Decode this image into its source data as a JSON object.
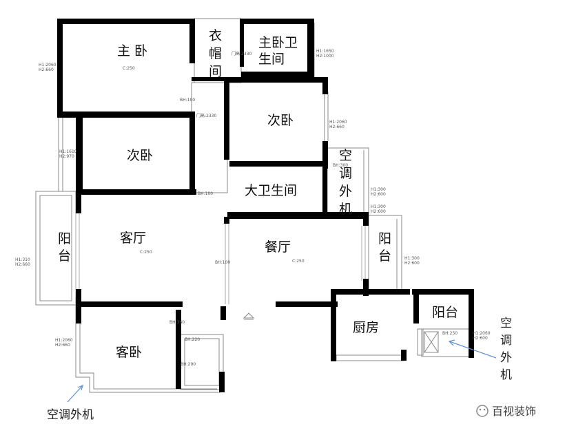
{
  "rooms": {
    "master_bedroom": "主 卧",
    "cloakroom": [
      "衣",
      "帽",
      "间"
    ],
    "master_bath": [
      "主卧卫",
      "生间"
    ],
    "second_bedroom_right": "次卧",
    "second_bedroom_left": "次卧",
    "big_bathroom": "大卫生间",
    "ac_top": [
      "空",
      "调",
      "外",
      "机"
    ],
    "balcony_left": [
      "阳",
      "台"
    ],
    "living_room": "客厅",
    "dining_room": "餐厅",
    "balcony_right": [
      "阳",
      "台"
    ],
    "guest_bedroom": "客卧",
    "kitchen": "厨房",
    "balcony_kitchen": "阳台"
  },
  "annotations": {
    "ac_right": [
      "空",
      "调",
      "外",
      "机"
    ],
    "ac_bottom": "空调外机"
  },
  "watermark": "百视装饰",
  "dims": {
    "left_master": [
      "H1:2060",
      "H2:660"
    ],
    "door_cloak": "门高:2330",
    "right_mbath": [
      "H1:1650",
      "H2:1000"
    ],
    "bh_master": "BH:100",
    "door_2nd": "门高:2330",
    "right_2nd": [
      "H1:2060",
      "H2:660"
    ],
    "left_2nd": [
      "H1:1610",
      "H2:970"
    ],
    "bh_ac": "BH:300",
    "bath_right": [
      "H1:300",
      "H2:600"
    ],
    "bh_2nd": "BH:100",
    "dining_right": [
      "H1:300",
      "H2:600"
    ],
    "balcony_left": [
      "H1:310",
      "H2:660"
    ],
    "bh_living": "BH:100",
    "balcony_right": [
      "H1:300",
      "H2:600"
    ],
    "bh_guest": "BH:360",
    "bh_closet": "BH:220",
    "bh_closet2": "BH:290",
    "guest_left": [
      "H1:2060",
      "H2:660"
    ],
    "kitchen_right": [
      "H1:2060",
      "H2:600"
    ],
    "bh_kitchen": "BH:250",
    "ceiling_master": "C:250",
    "ceiling_living": "C:250",
    "ceiling_dining": "C:250"
  }
}
